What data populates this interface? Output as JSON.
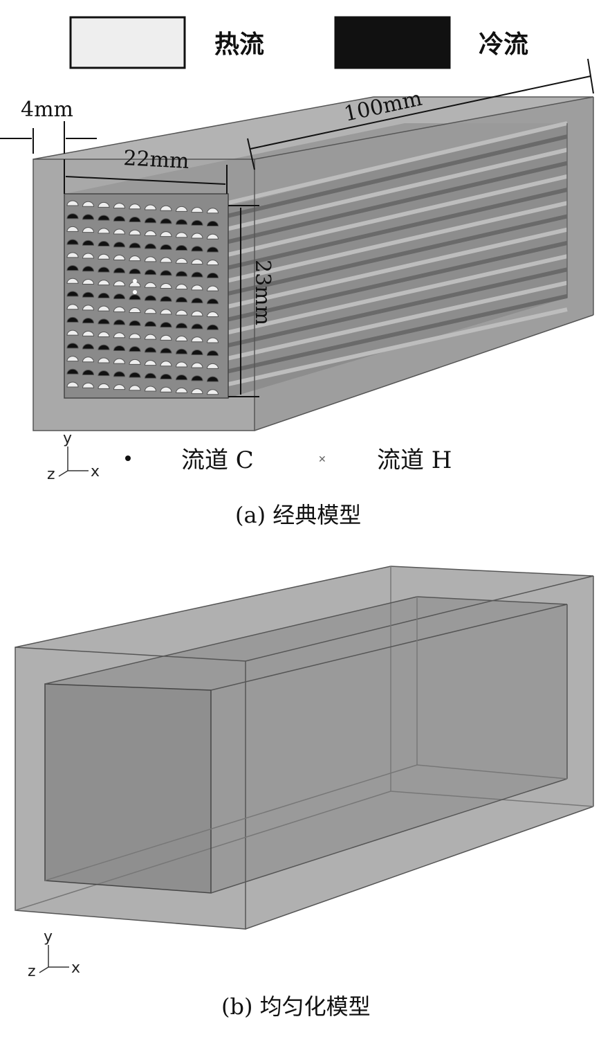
{
  "legend": {
    "hot_label": "热流",
    "cold_label": "冷流",
    "hot_color": "#eeeeee",
    "cold_color": "#111111"
  },
  "panel_a": {
    "caption": "(a) 经典模型",
    "dims": {
      "wall": "4mm",
      "length": "100mm",
      "width": "22mm",
      "height": "23mm"
    },
    "markers": {
      "channel_c": "流道 C",
      "channel_h": "流道 H"
    },
    "axes": {
      "y": "y",
      "z": "z",
      "x": "x"
    },
    "grid": {
      "columns": 10,
      "rows": 15
    }
  },
  "panel_b": {
    "caption": "(b) 均匀化模型",
    "axes": {
      "y": "y",
      "z": "z",
      "x": "x"
    }
  }
}
